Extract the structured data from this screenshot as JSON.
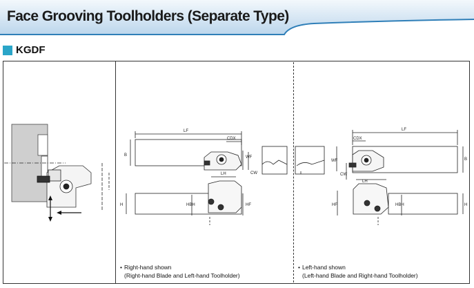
{
  "header": {
    "title": "Face Grooving Toolholders (Separate Type)",
    "colors": {
      "band_top": "#eef5fb",
      "band_bottom": "#bcd7ee",
      "accent": "#2aa5c8"
    }
  },
  "section": {
    "label": "KGDF"
  },
  "right_hand": {
    "dim_labels": [
      "LF",
      "CDX",
      "B",
      "WF",
      "CW",
      "LH",
      "H",
      "HBH",
      "HF"
    ],
    "note_line1": "Right-hand shown",
    "note_line2": "(Right-hand Blade and Left-hand Toolholder)"
  },
  "left_hand": {
    "dim_labels": [
      "LF",
      "CDX",
      "B",
      "WF",
      "CW",
      "LH",
      "H",
      "HBH",
      "HF"
    ],
    "note_line1": "Left-hand shown",
    "note_line2": "(Left-hand Blade and Right-hand Toolholder)"
  }
}
